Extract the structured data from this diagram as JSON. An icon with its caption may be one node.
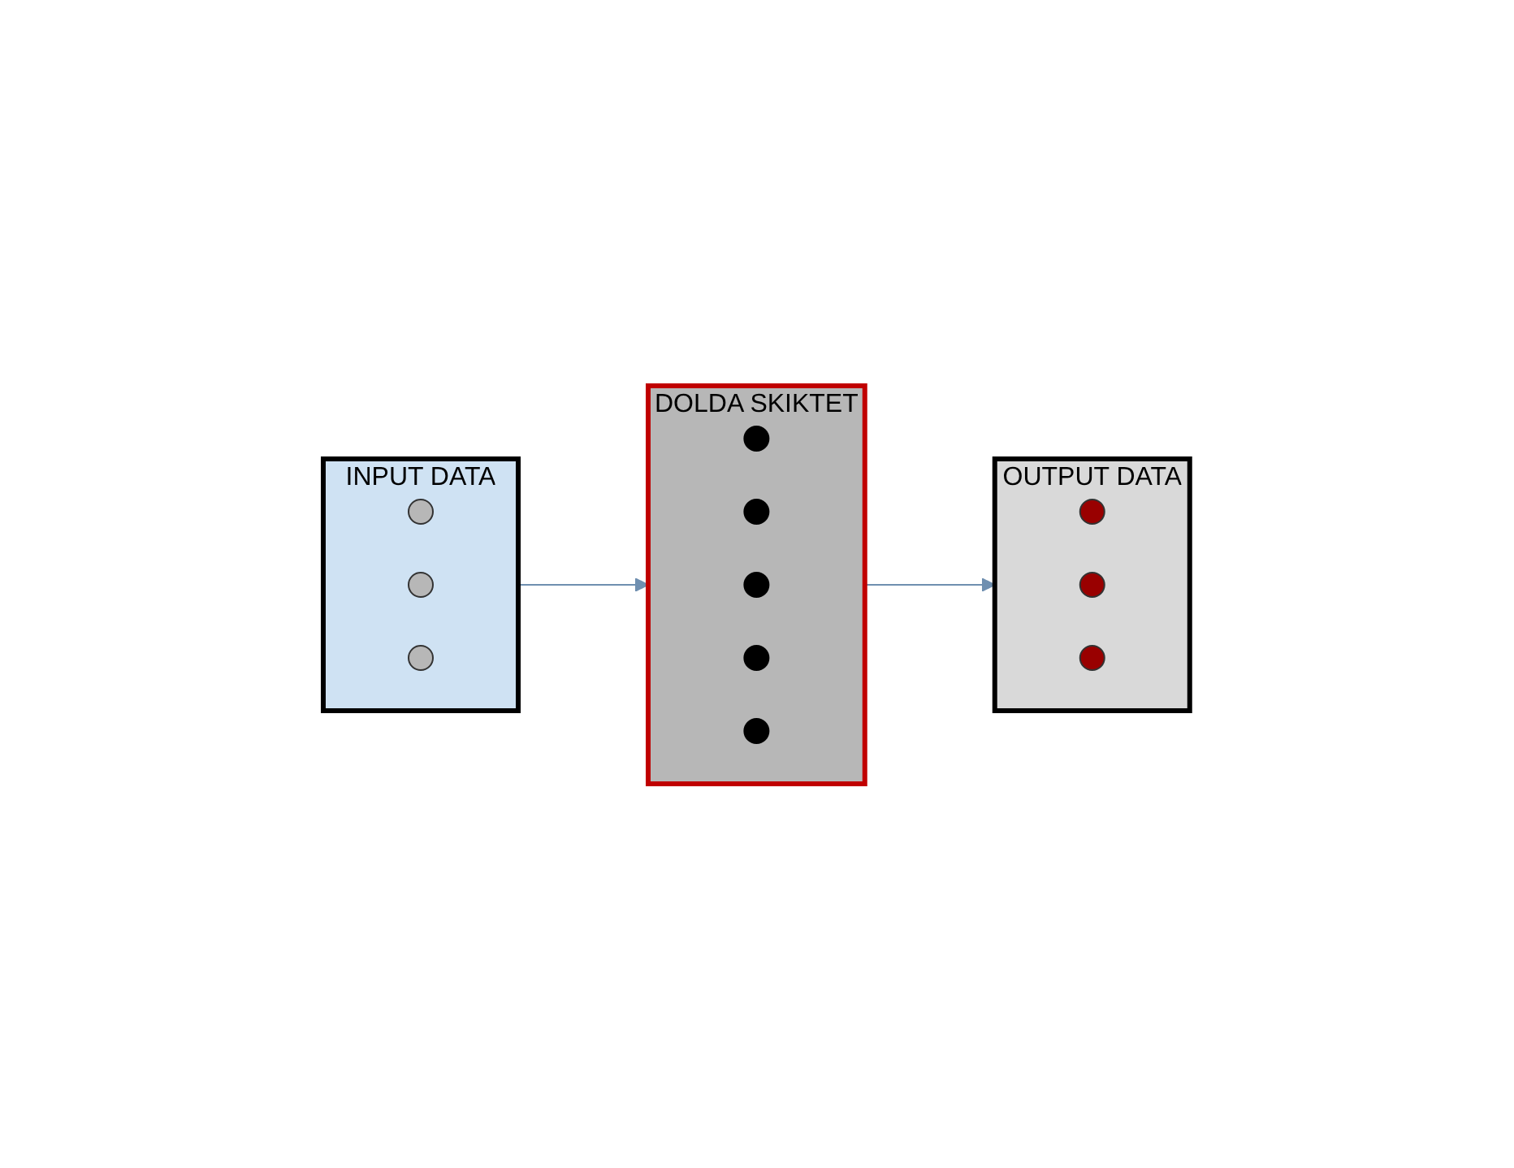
{
  "diagram": {
    "nodes": [
      {
        "text": [
          "INPUT DATA"
        ]
      },
      {
        "text": [],
        "shape": "circle",
        "in": 0
      },
      {
        "text": [],
        "shape": "circle",
        "in": 0
      },
      {
        "text": [],
        "shape": "circle",
        "in": 0
      },
      {
        "text": [
          "DOLDA SKIKTET"
        ]
      },
      {
        "text": [],
        "shape": "circle",
        "in": 4
      },
      {
        "text": [],
        "shape": "circle",
        "in": 4
      },
      {
        "text": [],
        "shape": "circle",
        "in": 4
      },
      {
        "text": [],
        "shape": "circle",
        "in": 4
      },
      {
        "text": [],
        "shape": "circle",
        "in": 4
      },
      {
        "text": [
          "OUTPUT DATA"
        ]
      },
      {
        "text": [],
        "shape": "circle",
        "in": 10
      },
      {
        "text": [],
        "shape": "circle",
        "in": 10
      },
      {
        "text": [],
        "shape": "circle",
        "in": 10
      }
    ],
    "edges": [
      {
        "from": 0,
        "to": 4,
        "arrow": "to"
      },
      {
        "from": 4,
        "to": 10,
        "arrow": "to"
      }
    ]
  }
}
